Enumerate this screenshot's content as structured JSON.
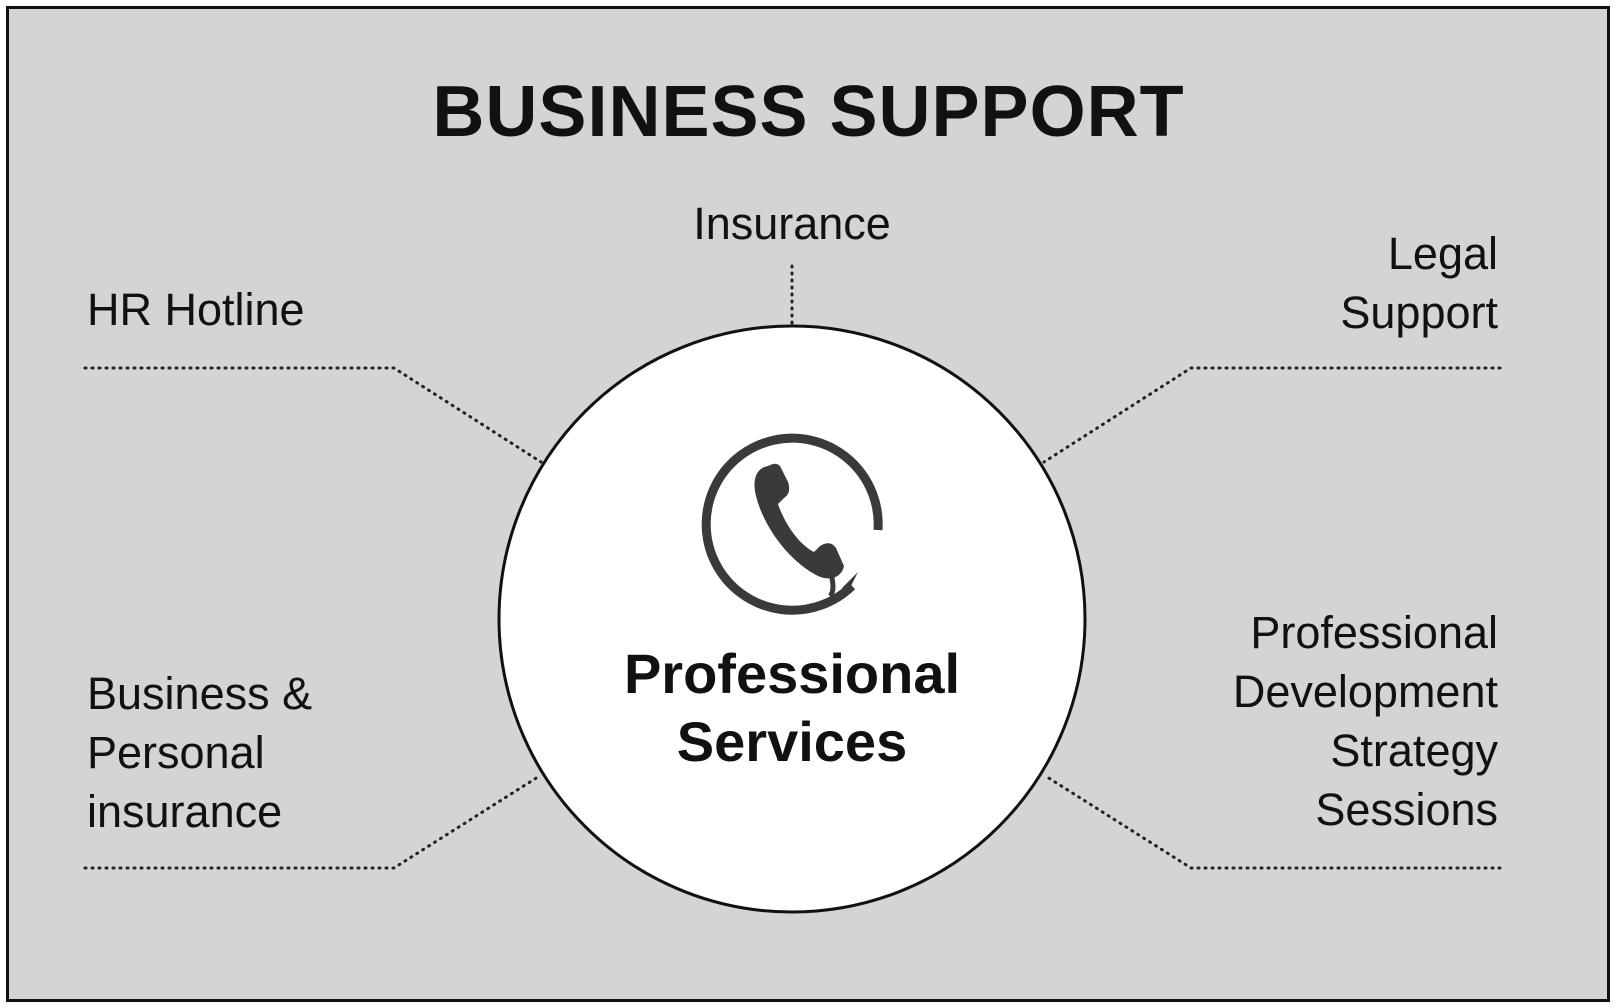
{
  "title": "BUSINESS SUPPORT",
  "center": {
    "lines": [
      "Professional",
      "Services"
    ],
    "icon": "phone-icon"
  },
  "branches": {
    "insurance": {
      "lines": [
        "Insurance"
      ]
    },
    "hr_hotline": {
      "lines": [
        "HR Hotline"
      ]
    },
    "legal_support": {
      "lines": [
        "Legal",
        "Support"
      ]
    },
    "business_personal_insurance": {
      "lines": [
        "Business &",
        "Personal",
        "insurance"
      ]
    },
    "professional_development": {
      "lines": [
        "Professional",
        "Development",
        "Strategy",
        "Sessions"
      ]
    }
  },
  "colors": {
    "background": "#d3d4d6",
    "border": "#111111",
    "circle": "#ffffff",
    "icon": "#3a3a3a"
  }
}
